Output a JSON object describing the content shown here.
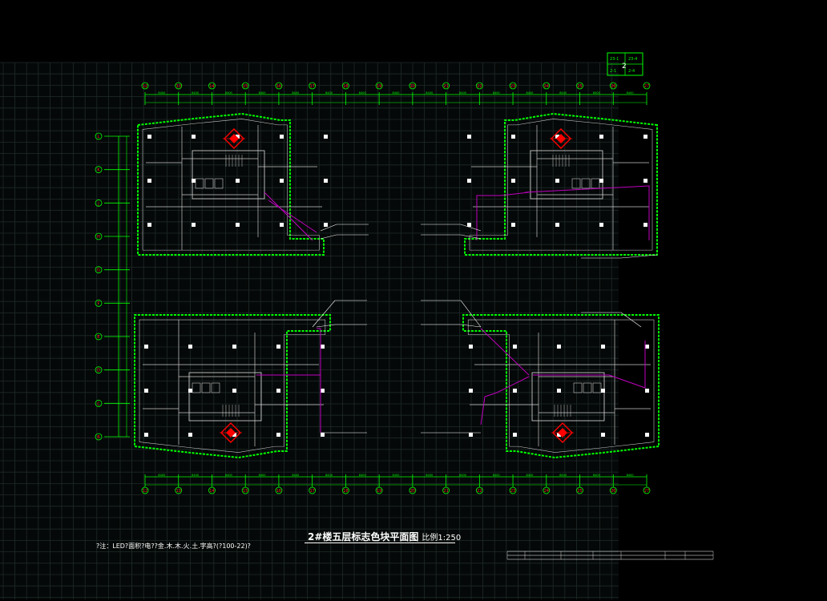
{
  "drawing": {
    "title": "2#楼五层标志色块平面图",
    "scale": "比例1:250",
    "note": "?注：LED?面积?电??金.木.木.火.土.字高?(?100-22)?"
  },
  "key_plan": {
    "cells": [
      "23-1",
      "23-4",
      "2",
      "2-1",
      "2-4"
    ]
  },
  "grid_columns": [
    "12",
    "13",
    "14",
    "15",
    "16",
    "17",
    "18",
    "19",
    "20",
    "21",
    "22",
    "23",
    "24",
    "25",
    "26",
    "27"
  ],
  "grid_rows": [
    "L",
    "K",
    "J",
    "H",
    "G",
    "F",
    "E",
    "D",
    "C",
    "B"
  ],
  "colors": {
    "background": "#000000",
    "grid": "#1e2a28",
    "dimension": "#00ff00",
    "wall": "#c8c8c8",
    "route": "#c000c0",
    "marker": "#ff0000",
    "label": "#ffffff",
    "axis_bubble": "#ff2020"
  }
}
